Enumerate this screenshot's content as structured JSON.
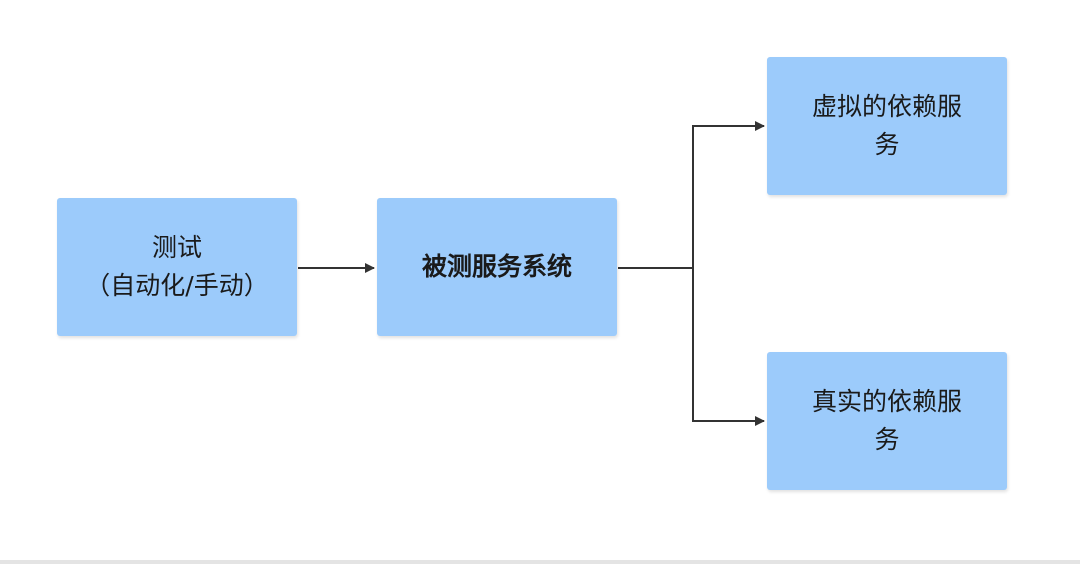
{
  "nodes": {
    "test": {
      "line1": "测试",
      "line2": "（自动化/手动）"
    },
    "system_under_test": {
      "label": "被测服务系统"
    },
    "mock_dependency": {
      "line1": "虚拟的依赖服",
      "line2": "务"
    },
    "real_dependency": {
      "line1": "真实的依赖服",
      "line2": "务"
    }
  },
  "colors": {
    "node_fill": "#9ccbfb",
    "connector": "#333333",
    "text": "#1a1a1a"
  }
}
